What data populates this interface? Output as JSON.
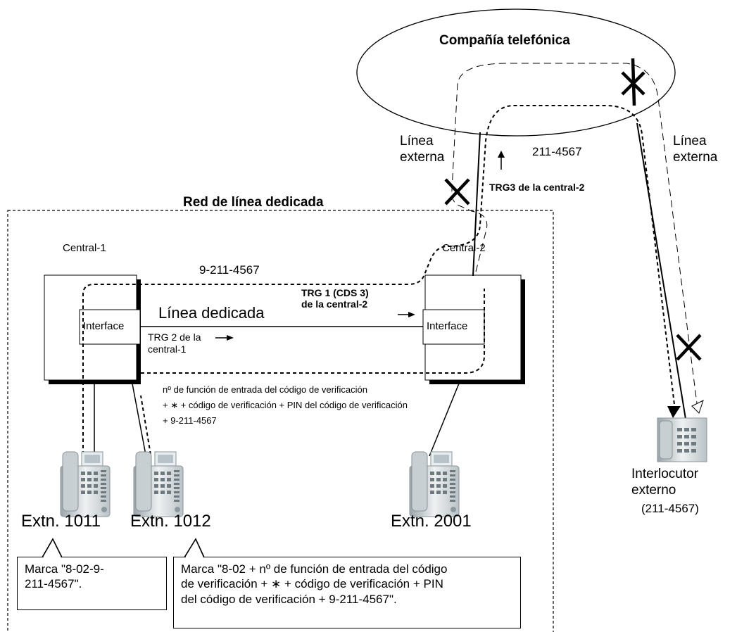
{
  "labels": {
    "phone_company": "Compañía telefónica",
    "ext_line_left_1": "Línea",
    "ext_line_left_2": "externa",
    "ext_line_right_1": "Línea",
    "ext_line_right_2": "externa",
    "dialed_number_top": "211-4567",
    "trg3": "TRG3 de la central-2",
    "network_title": "Red de línea dedicada",
    "pbx1": "Central-1",
    "pbx2": "Central-2",
    "dialed_number_mid": "9-211-4567",
    "trg1_1": "TRG 1 (CDS 3)",
    "trg1_2": "de la central-2",
    "dedicated_line": "Línea dedicada",
    "trg2_1": "TRG 2 de la",
    "trg2_2": "central-1",
    "interface_1": "Interface",
    "interface_2": "Interface",
    "verif_1": "nº de función de entrada del código de verificación",
    "verif_2": "+ ∗ + código de verificación + PIN del código de verificación",
    "verif_3": "+ 9-211-4567",
    "ext1011": "Extn. 1011",
    "ext1012": "Extn. 1012",
    "ext2001": "Extn. 2001",
    "external_party_1": "Interlocutor",
    "external_party_2": "externo",
    "external_party_num": "(211-4567)"
  },
  "callouts": {
    "left": "Marca \"8-02-9-\n      211-4567\".",
    "right": "Marca \"8-02 + nº de función de entrada del código\nde verificación + ∗ + código de verificación + PIN\ndel código de verificación + 9-211-4567\"."
  },
  "icons": [
    "telephone-icon",
    "blocked-x-icon",
    "arrow-up-icon",
    "arrow-right-icon"
  ]
}
